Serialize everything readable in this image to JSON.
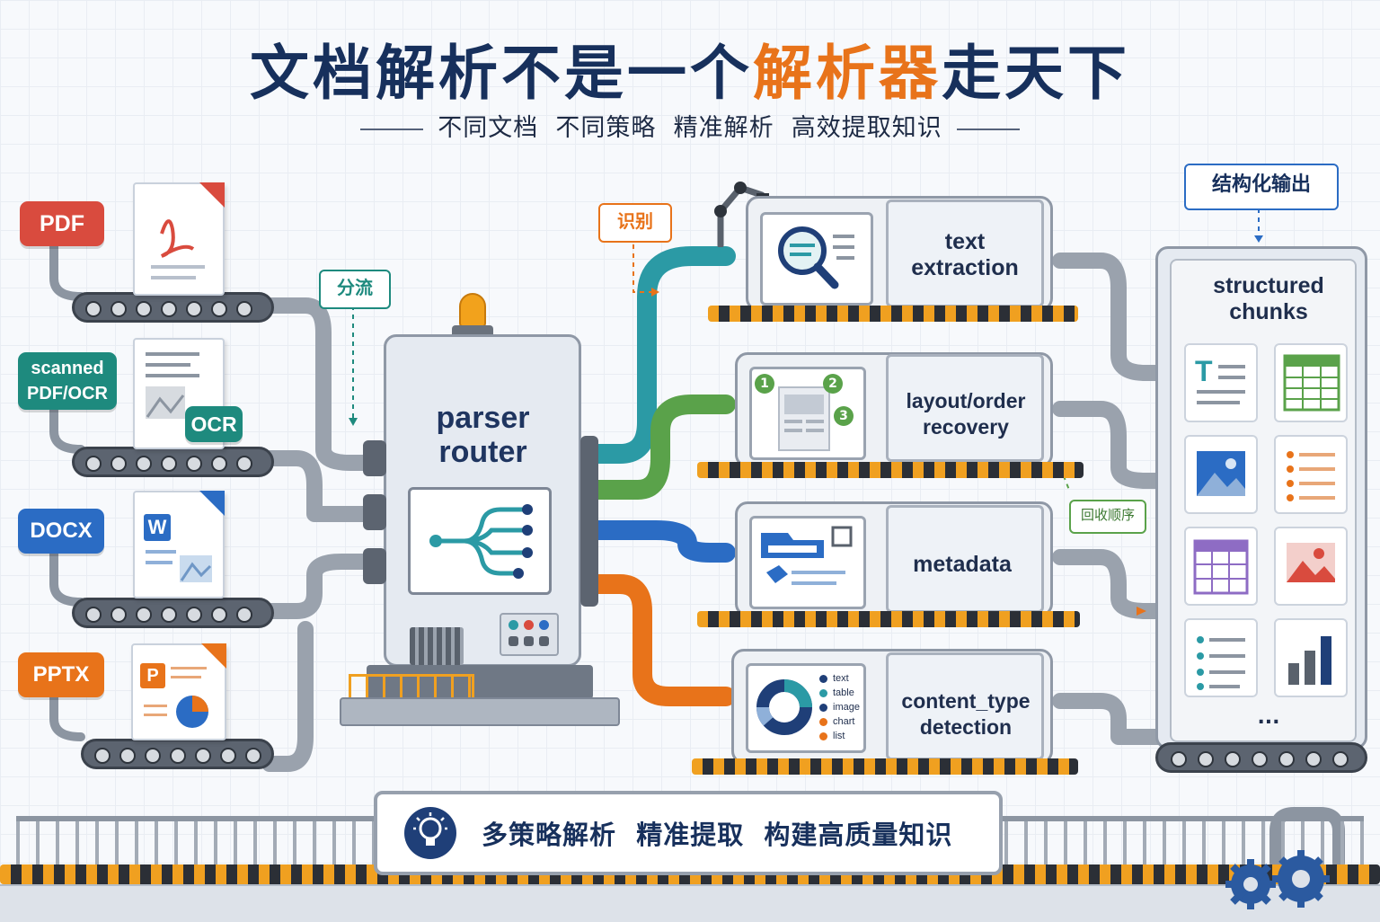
{
  "title": {
    "part1": "文档解析不是一个",
    "highlight": "解析器",
    "part2": "走天下"
  },
  "subtitle": "不同文档  不同策略  精准解析  高效提取知识",
  "inputs": [
    {
      "label": "PDF",
      "color": "#d94b3e"
    },
    {
      "label_line1": "scanned",
      "label_line2": "PDF/OCR",
      "badge": "OCR",
      "color": "#1e8a7e"
    },
    {
      "label": "DOCX",
      "icon_letter": "W",
      "color": "#2b6cc4"
    },
    {
      "label": "PPTX",
      "icon_letter": "P",
      "color": "#e8731a"
    }
  ],
  "annotations": {
    "split": "分流",
    "recognize": "识别",
    "structured_output": "结构化输出",
    "recover_order": "回收顺序"
  },
  "router": {
    "line1": "parser",
    "line2": "router"
  },
  "stations": [
    {
      "line1": "text",
      "line2": "extraction",
      "pipe_color": "#2b9aa5"
    },
    {
      "line1": "layout/order",
      "line2": "recovery",
      "pipe_color": "#5aa24a",
      "badges": [
        "1",
        "2",
        "3"
      ]
    },
    {
      "line1": "metadata",
      "line2": "",
      "pipe_color": "#2b6cc4"
    },
    {
      "line1": "content_type",
      "line2": "detection",
      "pipe_color": "#e8731a",
      "types": [
        {
          "label": "text",
          "color": "#1f3f78"
        },
        {
          "label": "table",
          "color": "#2b9aa5"
        },
        {
          "label": "image",
          "color": "#1f3f78"
        },
        {
          "label": "chart",
          "color": "#e8731a"
        },
        {
          "label": "list",
          "color": "#e8731a"
        }
      ]
    }
  ],
  "output": {
    "line1": "structured",
    "line2": "chunks",
    "more": "..."
  },
  "banner": "多策略解析  精准提取  构建高质量知识",
  "colors": {
    "navy": "#17305c",
    "orange": "#e8731a",
    "teal": "#1e8a7e",
    "blue": "#2b6cc4",
    "green": "#5aa24a",
    "red": "#d94b3e"
  }
}
